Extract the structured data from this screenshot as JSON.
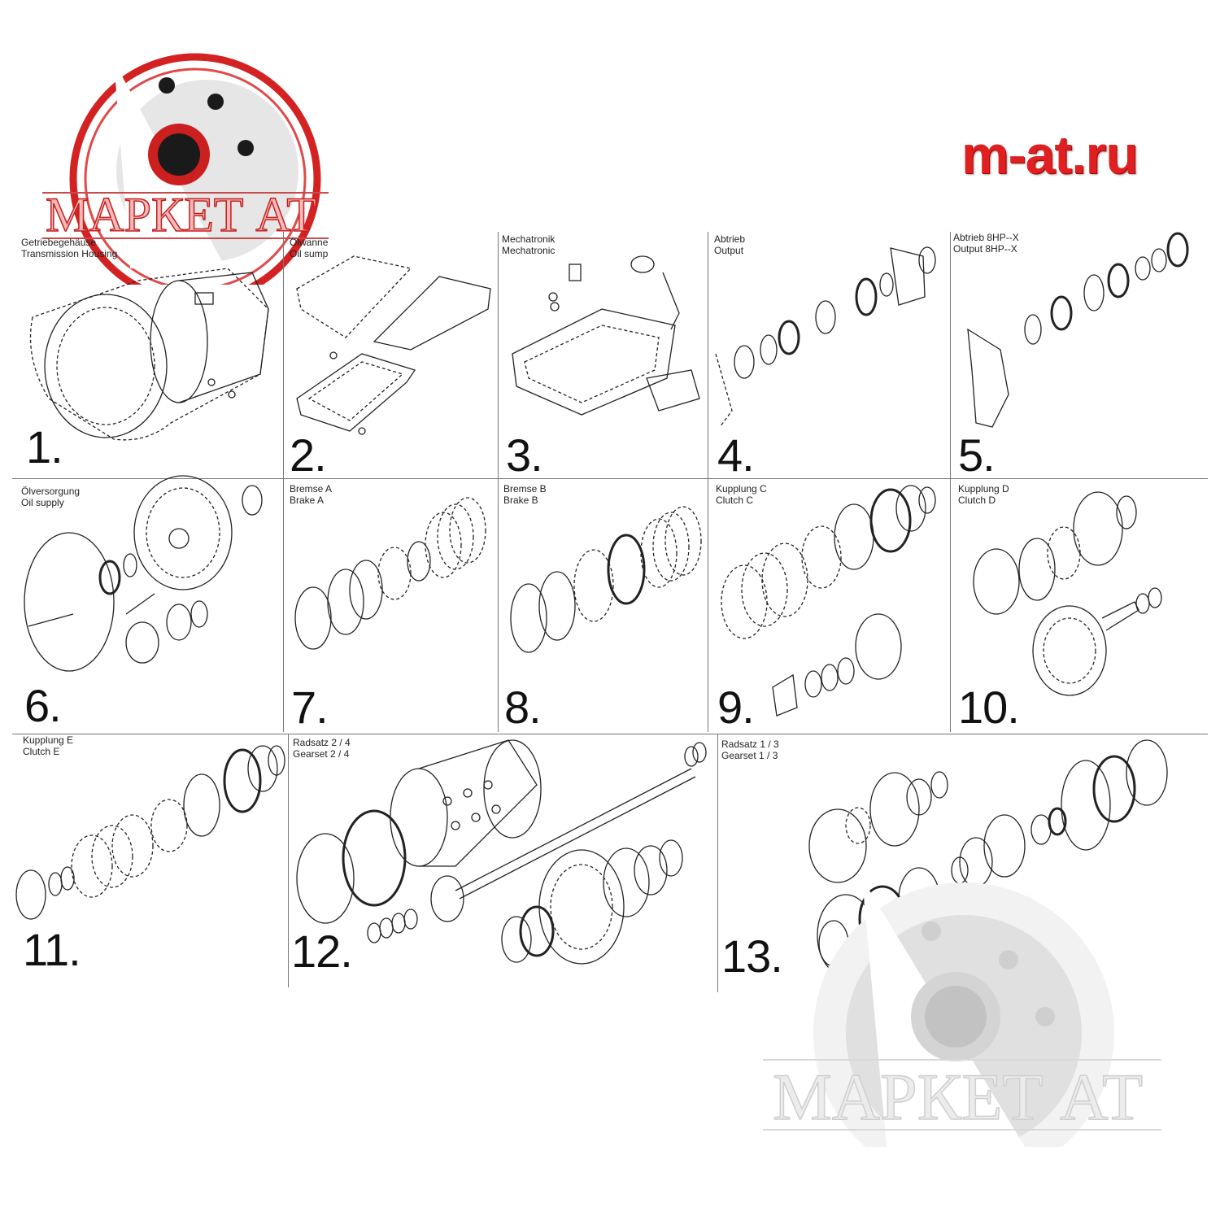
{
  "brand": {
    "logo_text": "МАРКЕТ АТ",
    "watermark_text": "МАРКЕТ АТ",
    "site_url": "m-at.ru",
    "colors": {
      "red": "#e02020",
      "grey": "#c8c8c8",
      "dark": "#1a1a1a"
    }
  },
  "cells": [
    {
      "num": "1.",
      "label_de": "Getriebegehäuse",
      "label_en": "Transmission Housing"
    },
    {
      "num": "2.",
      "label_de": "Ölwanne",
      "label_en": "Oil sump"
    },
    {
      "num": "3.",
      "label_de": "Mechatronik",
      "label_en": "Mechatronic"
    },
    {
      "num": "4.",
      "label_de": "Abtrieb",
      "label_en": "Output"
    },
    {
      "num": "5.",
      "label_de": "Abtrieb 8HP--X",
      "label_en": "Output 8HP--X"
    },
    {
      "num": "6.",
      "label_de": "Ölversorgung",
      "label_en": "Oil supply"
    },
    {
      "num": "7.",
      "label_de": "Bremse A",
      "label_en": "Brake A"
    },
    {
      "num": "8.",
      "label_de": "Bremse B",
      "label_en": "Brake B"
    },
    {
      "num": "9.",
      "label_de": "Kupplung C",
      "label_en": "Clutch C"
    },
    {
      "num": "10.",
      "label_de": "Kupplung D",
      "label_en": "Clutch D"
    },
    {
      "num": "11.",
      "label_de": "Kupplung E",
      "label_en": "Clutch E"
    },
    {
      "num": "12.",
      "label_de": "Radsatz 2 / 4",
      "label_en": "Gearset 2 / 4"
    },
    {
      "num": "13.",
      "label_de": "Radsatz 1 / 3",
      "label_en": "Gearset 1 / 3"
    }
  ]
}
